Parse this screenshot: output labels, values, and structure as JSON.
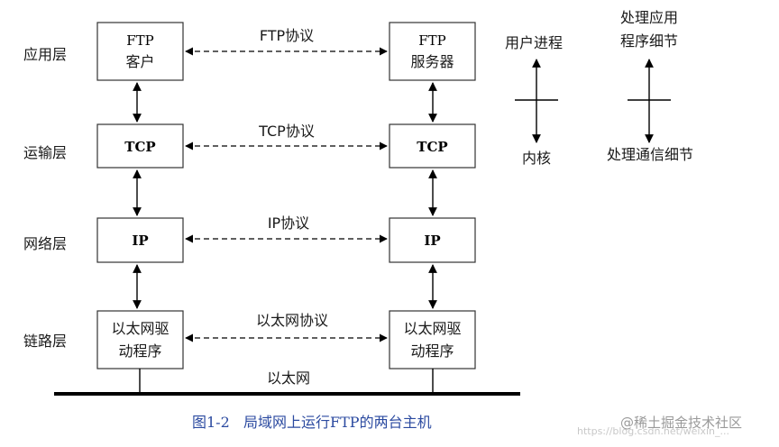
{
  "layers": {
    "application": "应用层",
    "transport": "运输层",
    "network": "网络层",
    "link": "链路层"
  },
  "client": {
    "ftp_line1": "FTP",
    "ftp_line2": "客户",
    "tcp": "TCP",
    "ip": "IP",
    "eth_line1": "以太网驱",
    "eth_line2": "动程序"
  },
  "server": {
    "ftp_line1": "FTP",
    "ftp_line2": "服务器",
    "tcp": "TCP",
    "ip": "IP",
    "eth_line1": "以太网驱",
    "eth_line2": "动程序"
  },
  "protocols": {
    "ftp": "FTP协议",
    "tcp": "TCP协议",
    "ip": "IP协议",
    "eth": "以太网协议"
  },
  "bus_label": "以太网",
  "legend": {
    "left_top": "用户进程",
    "left_bottom": "内核",
    "right_top_line1": "处理应用",
    "right_top_line2": "程序细节",
    "right_bottom": "处理通信细节"
  },
  "caption": "图1-2   局域网上运行FTP的两台主机",
  "watermark": "@稀土掘金技术社区",
  "watermark_url": "https://blog.csdn.net/weixin_..."
}
